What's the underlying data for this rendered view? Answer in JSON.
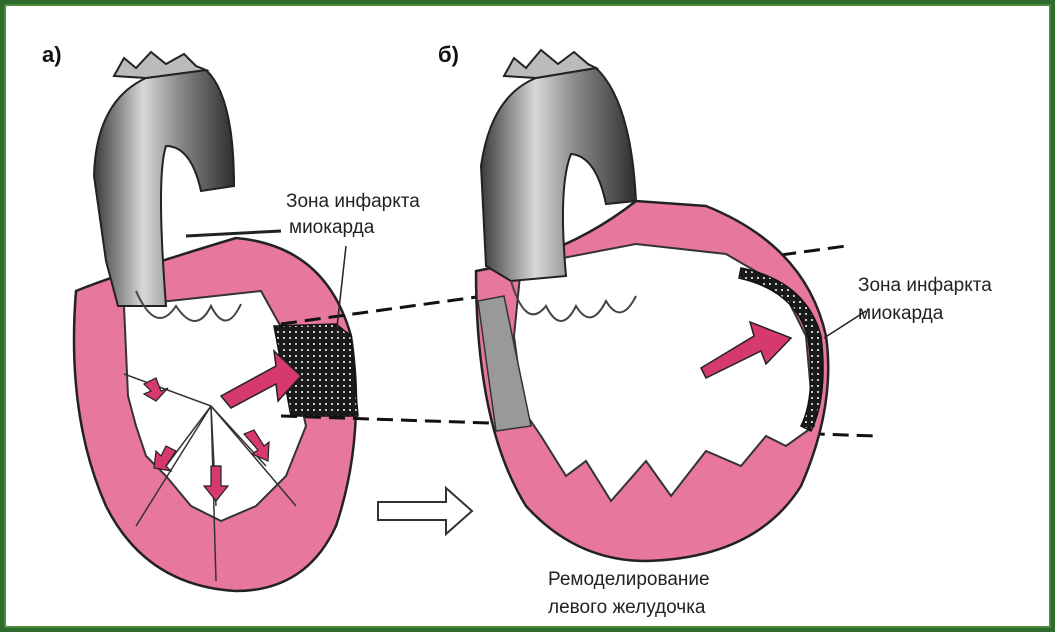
{
  "panels": {
    "a": "а)",
    "b": "б)"
  },
  "labels": {
    "infarct_a_line1": "Зона инфаркта",
    "infarct_a_line2": "миокарда",
    "infarct_b_line1": "Зона инфаркта",
    "infarct_b_line2": "миокарда",
    "remodel_line1": "Ремоделирование",
    "remodel_line2": "левого желудочка"
  },
  "colors": {
    "myocardium": "#e8779e",
    "infarct": "#111111",
    "vessel": "#8a8a8a",
    "frame": "#2f6b2a",
    "arrow": "#d63a6c"
  }
}
